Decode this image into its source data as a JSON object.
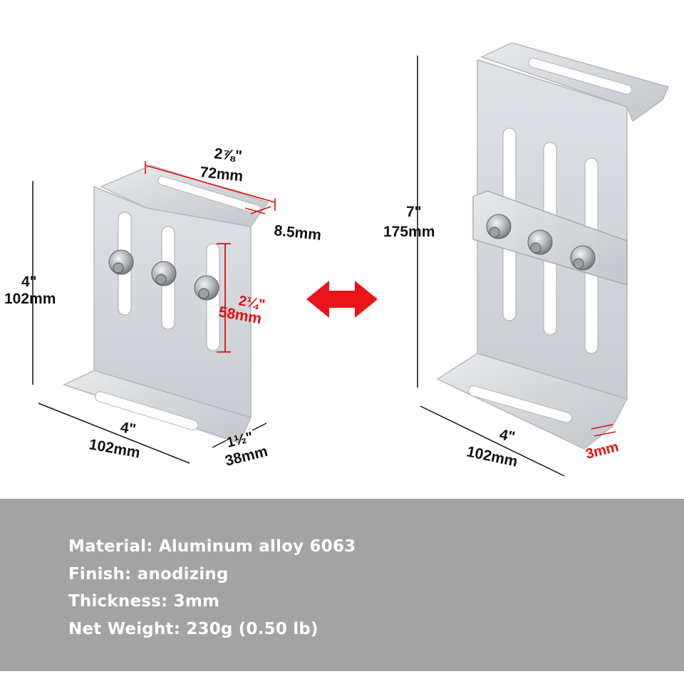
{
  "left_bracket": {
    "slot_width": {
      "fraction": "2⅞\"",
      "metric": "72mm"
    },
    "slot_height": {
      "metric": "8.5mm"
    },
    "height": {
      "imperial": "4\"",
      "metric": "102mm"
    },
    "slot_length": {
      "fraction": "2¼\"",
      "metric": "58mm"
    },
    "width": {
      "imperial": "4\"",
      "metric": "102mm"
    },
    "depth": {
      "fraction": "1½\"",
      "metric": "38mm"
    }
  },
  "right_bracket": {
    "height": {
      "imperial": "7\"",
      "metric": "175mm"
    },
    "width": {
      "imperial": "4\"",
      "metric": "102mm"
    },
    "thickness": {
      "metric": "3mm"
    }
  },
  "colors": {
    "accent_red": "#e01010",
    "spec_band": "#a3a3a3",
    "aluminum": "#d6d9dd"
  },
  "icons": {
    "adjust_arrow": "double-arrow-left-right-icon"
  },
  "specs": [
    "Material: Aluminum alloy 6063",
    "Finish: anodizing",
    "Thickness: 3mm",
    "Net Weight: 230g (0.50 lb)"
  ]
}
